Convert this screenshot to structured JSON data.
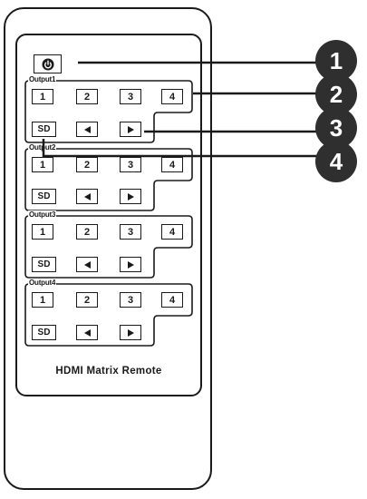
{
  "title": "HDMI Matrix Remote",
  "power_icon": "power-icon",
  "groups": [
    {
      "label": "Output1",
      "keys": [
        "1",
        "2",
        "3",
        "4"
      ],
      "sd": "SD"
    },
    {
      "label": "Output2",
      "keys": [
        "1",
        "2",
        "3",
        "4"
      ],
      "sd": "SD"
    },
    {
      "label": "Output3",
      "keys": [
        "1",
        "2",
        "3",
        "4"
      ],
      "sd": "SD"
    },
    {
      "label": "Output4",
      "keys": [
        "1",
        "2",
        "3",
        "4"
      ],
      "sd": "SD"
    }
  ],
  "callouts": [
    "1",
    "2",
    "3",
    "4"
  ],
  "colors": {
    "ink": "#1a1a1a",
    "badge": "#2f2f2f"
  }
}
